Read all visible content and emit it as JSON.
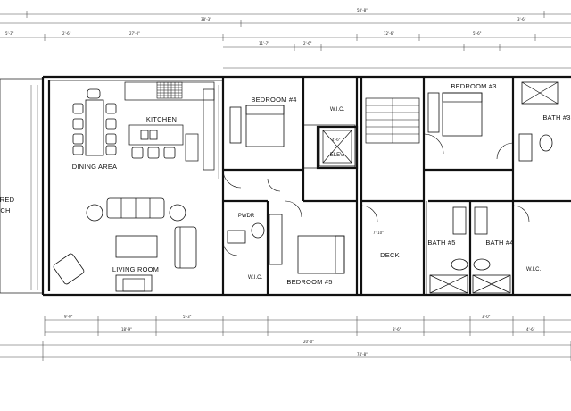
{
  "rooms": {
    "dining_area": "DINING AREA",
    "kitchen": "KITCHEN",
    "living_room": "LIVING ROOM",
    "bedroom_4": "BEDROOM #4",
    "bedroom_3": "BEDROOM #3",
    "bedroom_5": "BEDROOM #5",
    "bath_5": "BATH #5",
    "bath_4": "BATH #4",
    "bath_3": "BATH #3",
    "powder": "PWDR",
    "deck": "DECK",
    "elevator": "ELEV.",
    "wic_1": "W.I.C.",
    "wic_2": "W.I.C.",
    "wic_3": "W.I.C.",
    "covered_porch_top": "RED",
    "covered_porch_bottom": "CH"
  },
  "dimensions": {
    "overall_width": "58'-8\"",
    "overall_width_bottom": "74'-8\"",
    "top_row_1": "38'-3\"",
    "top_row_2": "3'-6\"",
    "left_1": "5'-3\"",
    "left_2": "2'-6\"",
    "living_width": "27'-0\"",
    "bed4_width": "11'-7\"",
    "bed4_side": "2'-6\"",
    "bed3_width": "12'-6\"",
    "bath3_width": "5'-6\"",
    "elev_dim": "4'-6\"",
    "deck_dim": "7'-10\"",
    "bottom_1": "9'-0\"",
    "bottom_2": "18'-9\"",
    "bottom_3": "5'-3\"",
    "bottom_4": "20'-0\"",
    "bottom_5": "8'-6\"",
    "bottom_6": "3'-0\"",
    "bottom_7": "4'-6\""
  }
}
